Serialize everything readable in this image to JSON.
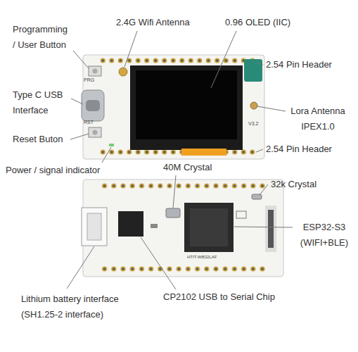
{
  "diagram": {
    "labels": [
      "Programming / User Button",
      "2.4G Wifi Antenna",
      "0.96 OLED (IIC)",
      "2.54 Pin Header",
      "PRG",
      "Type C USB Interface",
      "Lora Antenna IPEX1.0",
      "V3.2",
      "RST",
      "Reset Buton",
      "2.54 Pin Header",
      "Power / signal indicator",
      "40M Crystal",
      "32k Crystal",
      "ESP32-S3 (WIFI+BLE)",
      "HTIT-WB32LAF",
      "Lithium battery interface (SH1.25-2 interface)",
      "CP2102 USB to Serial Chip"
    ]
  }
}
